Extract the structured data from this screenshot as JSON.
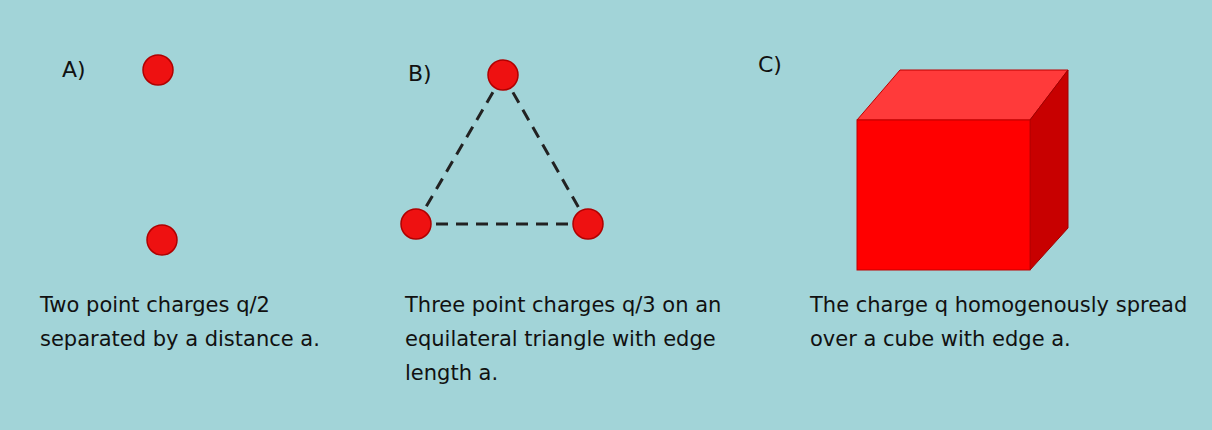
{
  "diagram": {
    "labels": [
      "A)",
      "Two point charges q/2 separated by a distance a.",
      "B)",
      "Three point charges q/3 on an equilateral triangle with edge length a.",
      "C)",
      "The charge q homogenously spread over a cube with edge a."
    ]
  }
}
